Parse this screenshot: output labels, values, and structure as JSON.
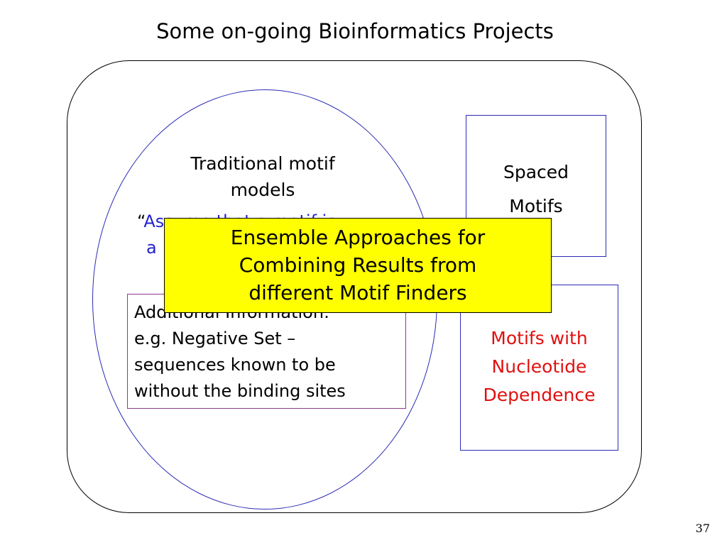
{
  "slide": {
    "title": "Some on-going Bioinformatics Projects",
    "page_number": "37"
  },
  "traditional": {
    "title_lines": [
      "Traditional motif",
      "models"
    ],
    "quote_open": "“",
    "quote_line1": "Assume that a motif is",
    "quote_line2": "a"
  },
  "additional_info": {
    "lines": [
      "Additional Information:",
      "e.g. Negative Set –",
      "sequences known to be",
      "without the binding sites"
    ]
  },
  "spaced_motifs": {
    "lines": [
      "Spaced",
      "Motifs"
    ]
  },
  "nucleotide_dependence": {
    "lines": [
      "Motifs with",
      "Nucleotide",
      "Dependence"
    ]
  },
  "ensemble": {
    "lines": [
      "Ensemble Approaches for",
      "Combining Results from",
      "different Motif Finders"
    ]
  },
  "colors": {
    "highlight_box": "#ffff00",
    "circle_border": "#2b2bb5",
    "quote_text": "#2323d0",
    "nucleotide_text": "#e01010",
    "additional_border": "#8a3a8a"
  }
}
